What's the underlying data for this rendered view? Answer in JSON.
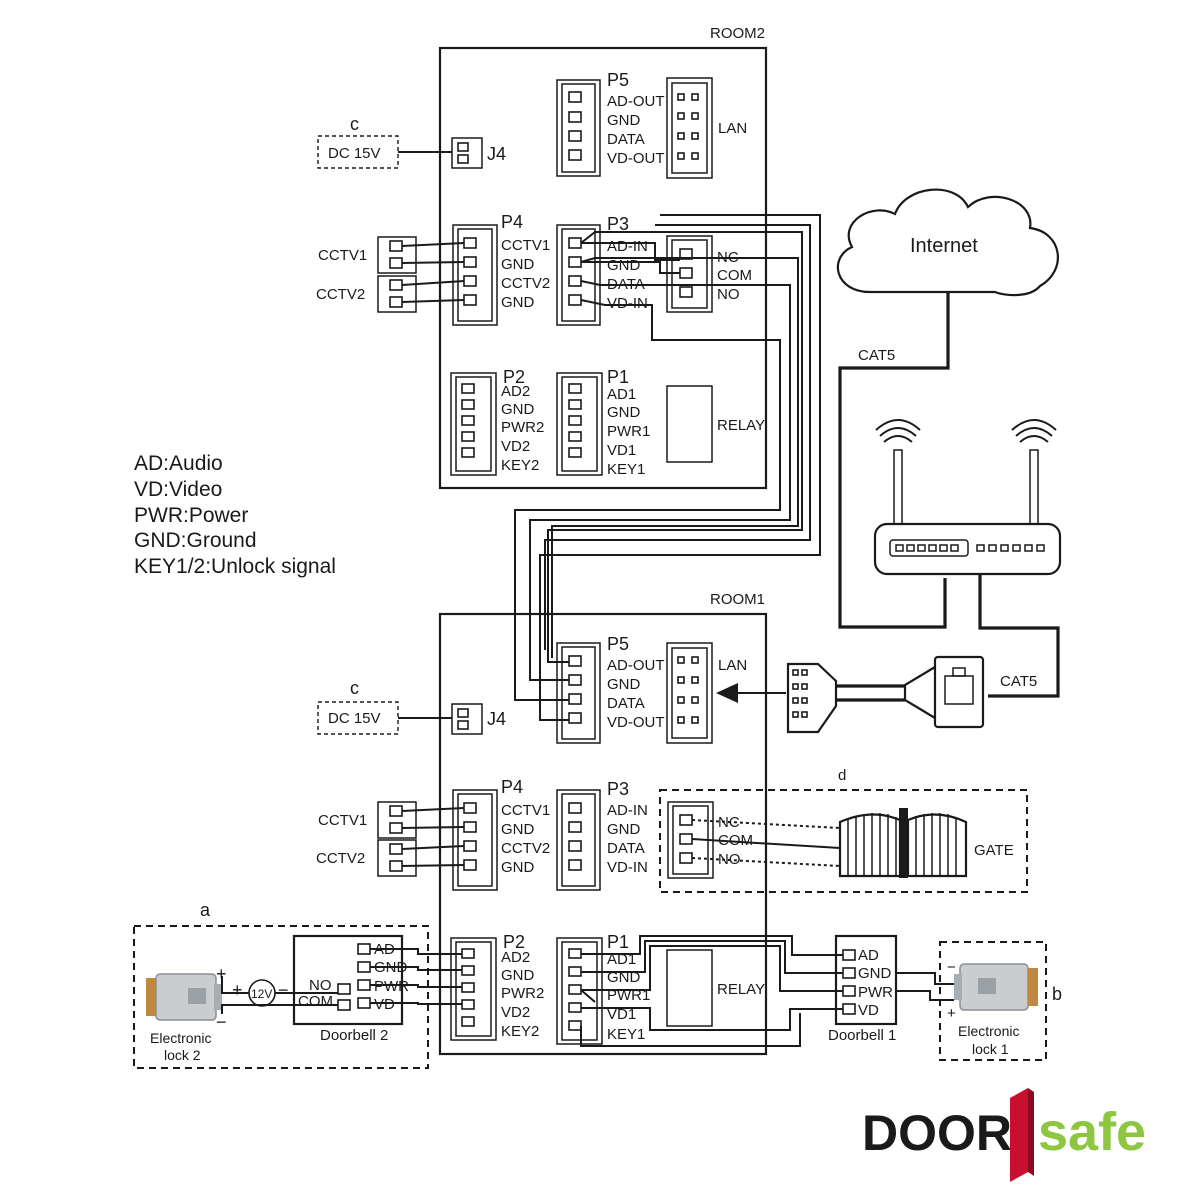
{
  "rooms": {
    "room2": "ROOM2",
    "room1": "ROOM1"
  },
  "power": {
    "marker": "c",
    "label": "DC 15V",
    "connector": "J4"
  },
  "p5": {
    "name": "P5",
    "pins": [
      "AD-OUT",
      "GND",
      "DATA",
      "VD-OUT"
    ],
    "lan": "LAN"
  },
  "p4": {
    "name": "P4",
    "pins": [
      "CCTV1",
      "GND",
      "CCTV2",
      "GND"
    ]
  },
  "p3": {
    "name": "P3",
    "pins": [
      "AD-IN",
      "GND",
      "DATA",
      "VD-IN"
    ],
    "relay_pins": [
      "NC",
      "COM",
      "NO"
    ]
  },
  "p2": {
    "name": "P2",
    "pins": [
      "AD2",
      "GND",
      "PWR2",
      "VD2",
      "KEY2"
    ]
  },
  "p1": {
    "name": "P1",
    "pins": [
      "AD1",
      "GND",
      "PWR1",
      "VD1",
      "KEY1"
    ],
    "relay": "RELAY"
  },
  "cctv": {
    "cam1": "CCTV1",
    "cam2": "CCTV2"
  },
  "internet": {
    "label": "Internet",
    "cable": "CAT5"
  },
  "legend": [
    "AD:Audio",
    "VD:Video",
    "PWR:Power",
    "GND:Ground",
    "KEY1/2:Unlock signal"
  ],
  "gate": {
    "marker": "d",
    "label": "GATE",
    "relay_pins": [
      "NC",
      "COM",
      "NO"
    ]
  },
  "doorbell1": {
    "label": "Doorbell 1",
    "pins": [
      "AD",
      "GND",
      "PWR",
      "VD"
    ]
  },
  "doorbell2": {
    "label": "Doorbell 2",
    "pins": [
      "AD",
      "GND",
      "PWR",
      "VD"
    ],
    "relay_pins": [
      "NO",
      "COM"
    ]
  },
  "lock1": {
    "marker": "b",
    "line1": "Electronic",
    "line2": "lock 1"
  },
  "lock2": {
    "marker": "a",
    "line1": "Electronic",
    "line2": "lock 2",
    "battery": "12V"
  },
  "brand": {
    "word1": "DOOR",
    "word2": "safe",
    "color_dark": "#231f20",
    "color_red": "#c8102e",
    "color_green": "#8dc63f"
  }
}
